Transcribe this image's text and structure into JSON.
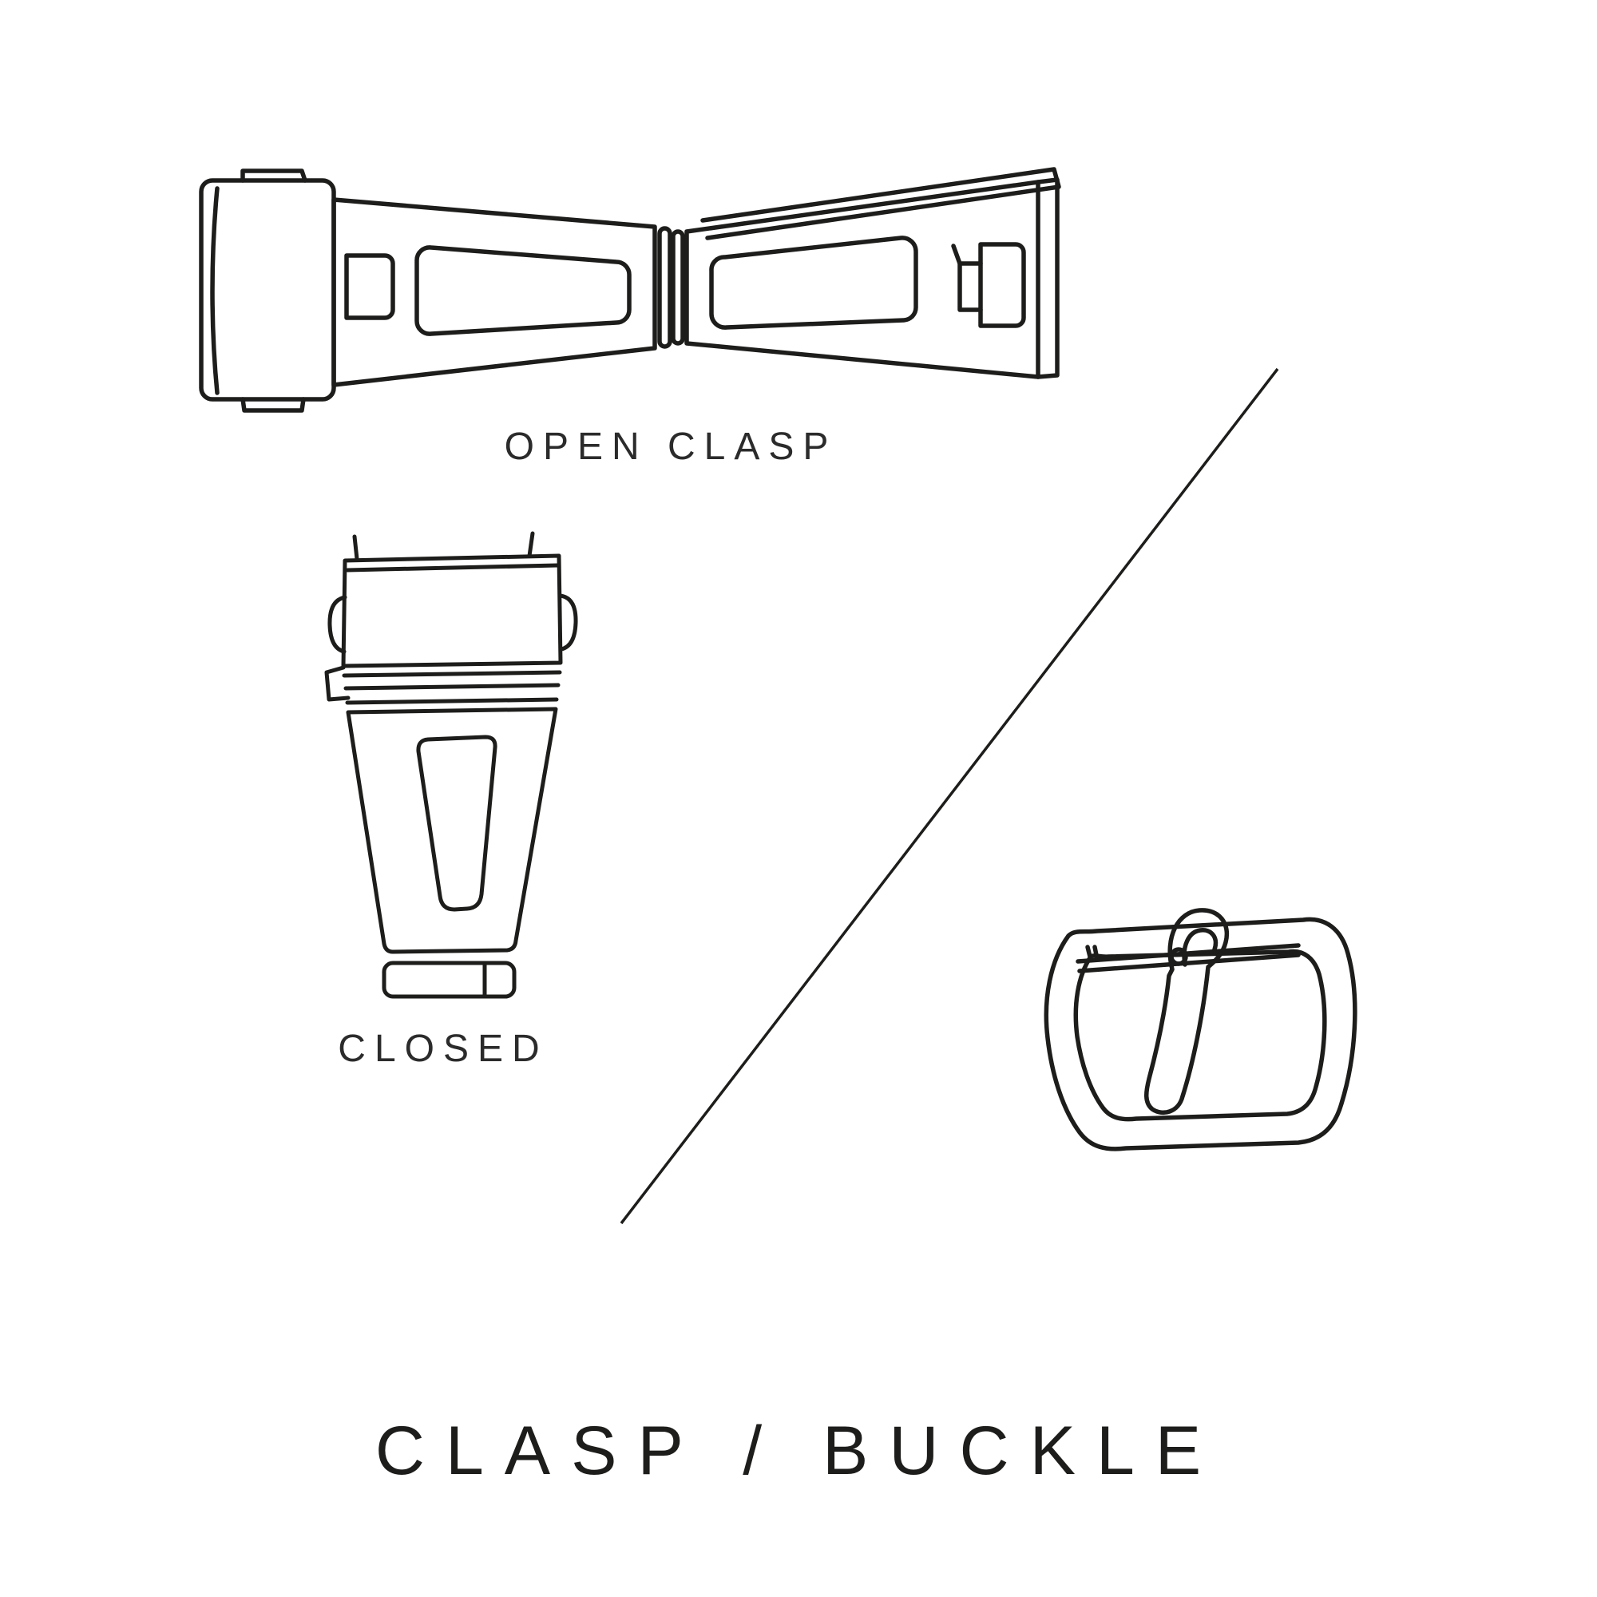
{
  "title": "CLASP / BUCKLE",
  "labels": {
    "open_clasp": "OPEN CLASP",
    "closed": "CLOSED"
  },
  "illustrations": [
    {
      "name": "open-clasp-illustration",
      "description": "watch deployant clasp shown open, top view"
    },
    {
      "name": "closed-clasp-illustration",
      "description": "watch clasp shown closed, top view"
    },
    {
      "name": "tang-buckle-illustration",
      "description": "watch strap tang buckle, three-quarter view"
    },
    {
      "name": "divider-line",
      "description": "diagonal separator between clasp and buckle illustrations"
    }
  ],
  "colors": {
    "line": "#1d1d1b",
    "background": "#ffffff"
  }
}
